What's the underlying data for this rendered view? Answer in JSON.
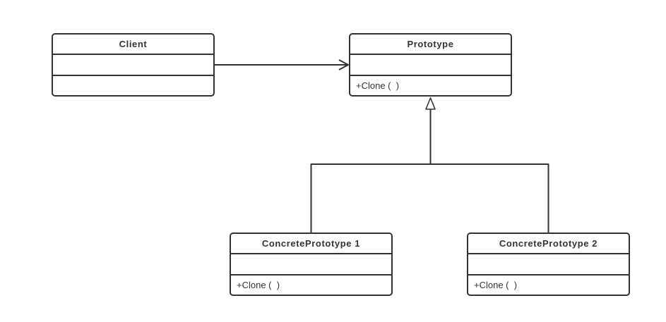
{
  "theme": {
    "background": "#ffffff",
    "stroke": "#333333",
    "text": "#333333"
  },
  "classes": [
    {
      "name": "Client",
      "attributes": "",
      "methods": ""
    },
    {
      "name": "Prototype",
      "attributes": "",
      "methods": "+Clone (  )"
    },
    {
      "name": "ConcretePrototype 1",
      "attributes": "",
      "methods": "+Clone (  )"
    },
    {
      "name": "ConcretePrototype 2",
      "attributes": "",
      "methods": "+Clone (  )"
    }
  ],
  "relationships": [
    {
      "type": "association",
      "from": "Client",
      "to": "Prototype"
    },
    {
      "type": "generalization",
      "from": "ConcretePrototype 1",
      "to": "Prototype"
    },
    {
      "type": "generalization",
      "from": "ConcretePrototype 2",
      "to": "Prototype"
    }
  ]
}
